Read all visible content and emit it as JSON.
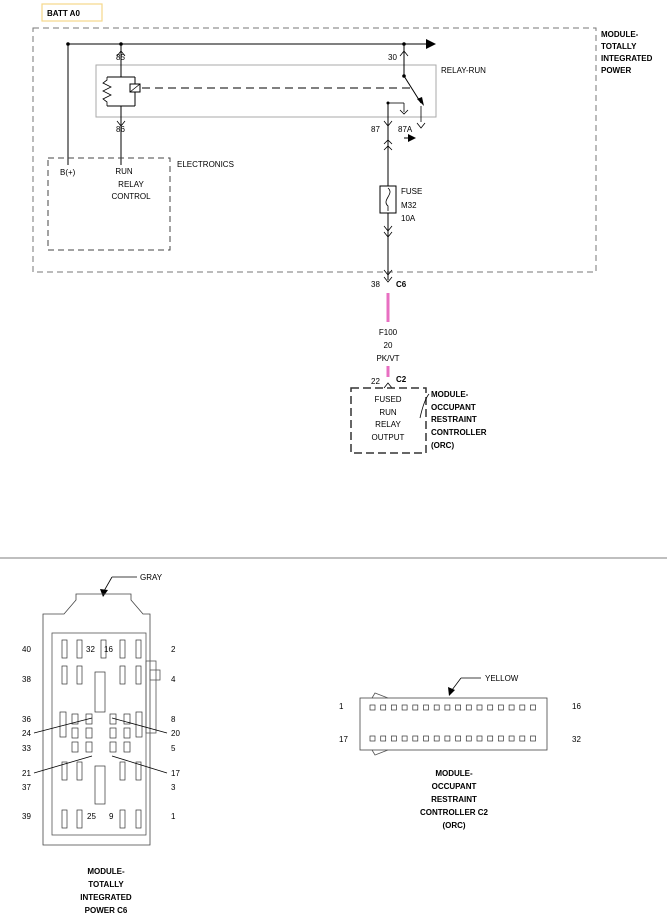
{
  "batt_label": "BATT A0",
  "module_tip": {
    "line1": "MODULE-",
    "line2": "TOTALLY",
    "line3": "INTEGRATED",
    "line4": "POWER"
  },
  "relay": {
    "name": "RELAY-RUN",
    "pin_85": "85",
    "pin_30": "30",
    "pin_86": "86",
    "pin_87": "87",
    "pin_87a": "87A"
  },
  "electronics": {
    "label": "ELECTRONICS",
    "b_plus": "B(+)",
    "line1": "RUN",
    "line2": "RELAY",
    "line3": "CONTROL"
  },
  "fuse": {
    "label": "FUSE",
    "id": "M32",
    "rating": "10A"
  },
  "connector_c6": {
    "pin": "38",
    "name": "C6"
  },
  "wire": {
    "circuit": "F100",
    "gauge": "20",
    "color_code": "PK/VT",
    "color": "#e86fc2"
  },
  "connector_c2": {
    "pin": "22",
    "name": "C2"
  },
  "orc_box": {
    "line1": "FUSED",
    "line2": "RUN",
    "line3": "RELAY",
    "line4": "OUTPUT"
  },
  "orc_module": {
    "line1": "MODULE-",
    "line2": "OCCUPANT",
    "line3": "RESTRAINT",
    "line4": "CONTROLLER",
    "line5": "(ORC)"
  },
  "c6_connector_view": {
    "color": "GRAY",
    "pin_labels": {
      "left": [
        "40",
        "38",
        "36",
        "24",
        "33",
        "21",
        "37",
        "39"
      ],
      "right": [
        "2",
        "4",
        "8",
        "20",
        "5",
        "17",
        "3",
        "1"
      ],
      "top": [
        "32",
        "16"
      ],
      "bottom": [
        "25",
        "9"
      ]
    },
    "caption": {
      "line1": "MODULE-",
      "line2": "TOTALLY",
      "line3": "INTEGRATED",
      "line4": "POWER C6"
    }
  },
  "c2_connector_view": {
    "color": "YELLOW",
    "pins_per_row": 16,
    "pin_labels": {
      "top_left": "1",
      "top_right": "16",
      "bottom_left": "17",
      "bottom_right": "32"
    },
    "caption": {
      "line1": "MODULE-",
      "line2": "OCCUPANT",
      "line3": "RESTRAINT",
      "line4": "CONTROLLER C2",
      "line5": "(ORC)"
    }
  }
}
